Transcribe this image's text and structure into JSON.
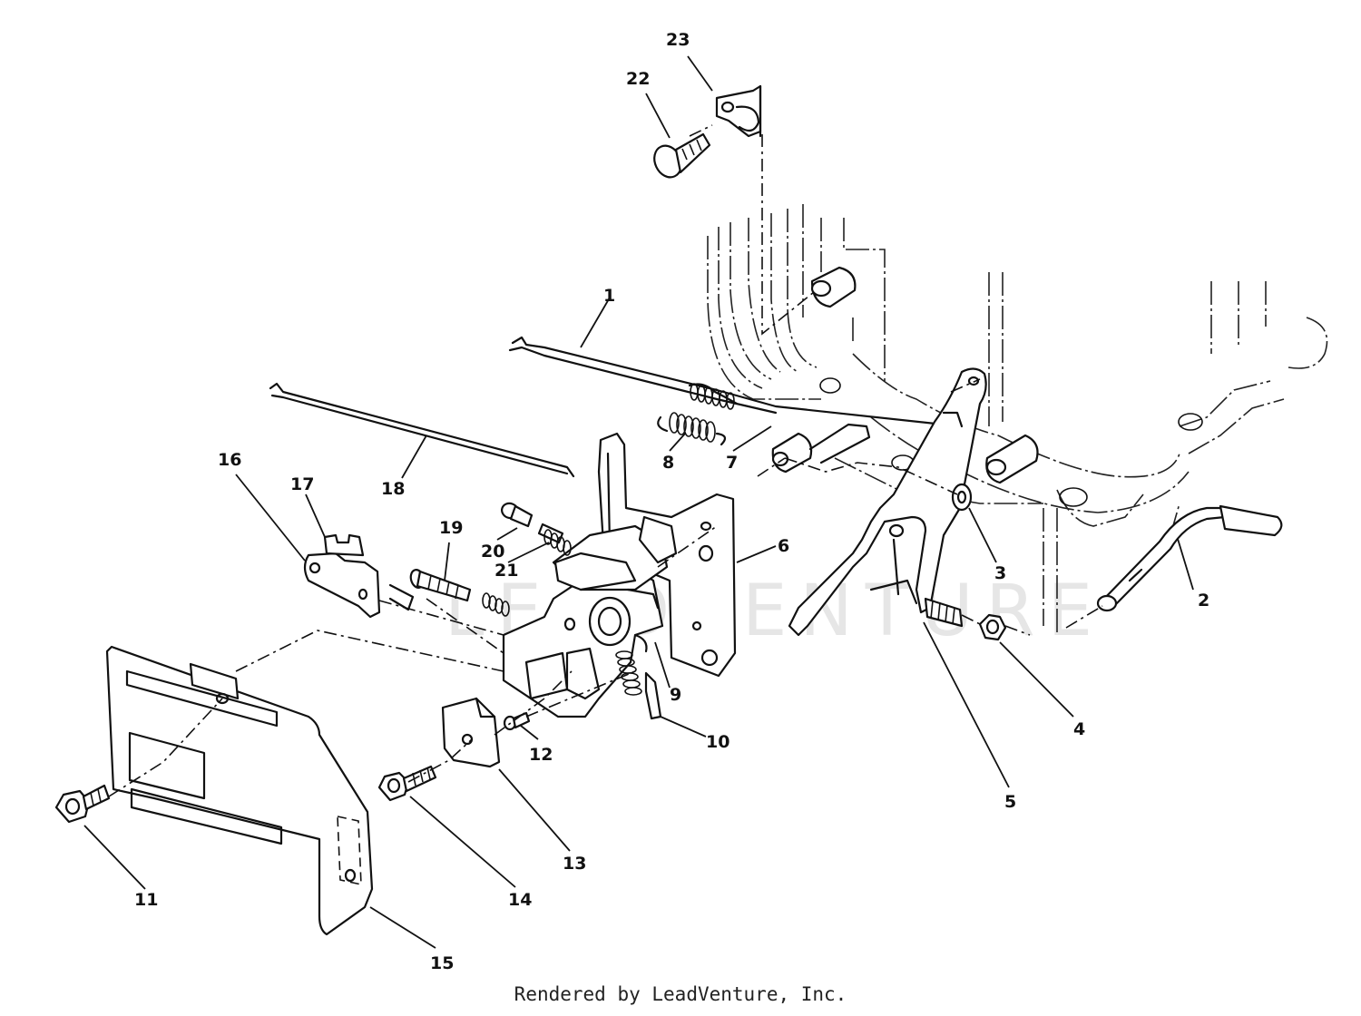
{
  "watermark": "LEADVENTURE",
  "footer": "Rendered by LeadVenture, Inc.",
  "callouts": {
    "c1": "1",
    "c2": "2",
    "c3": "3",
    "c4": "4",
    "c5": "5",
    "c6": "6",
    "c7": "7",
    "c8": "8",
    "c9": "9",
    "c10": "10",
    "c11": "11",
    "c12": "12",
    "c13": "13",
    "c14": "14",
    "c15": "15",
    "c16": "16",
    "c17": "17",
    "c18": "18",
    "c19": "19",
    "c20": "20",
    "c21": "21",
    "c22": "22",
    "c23": "23"
  }
}
